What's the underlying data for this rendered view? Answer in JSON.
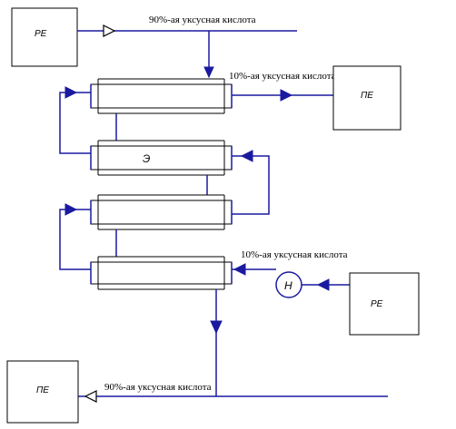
{
  "colors": {
    "pipe": "#1a1aa0",
    "outline": "#000000",
    "background": "#ffffff"
  },
  "labels": {
    "feed_90": "90%-ая уксусная кислота",
    "product_10_top": "10%-ая уксусная кислота",
    "feed_10_bottom": "10%-ая уксусная кислота",
    "product_90_bottom": "90%-ая уксусная кислота"
  },
  "boxes": {
    "feed_tank": "РЕ",
    "product_tank_right": "ПЕ",
    "feed_tank_bottom_right": "РЕ",
    "product_tank_bottom_left": "ПЕ"
  },
  "equipment": {
    "module_2_label": "Э",
    "pump_label": "Н"
  },
  "icons": {
    "flow_arrow": "solid-triangle-arrow",
    "check_valve": "open-triangle-arrow"
  }
}
